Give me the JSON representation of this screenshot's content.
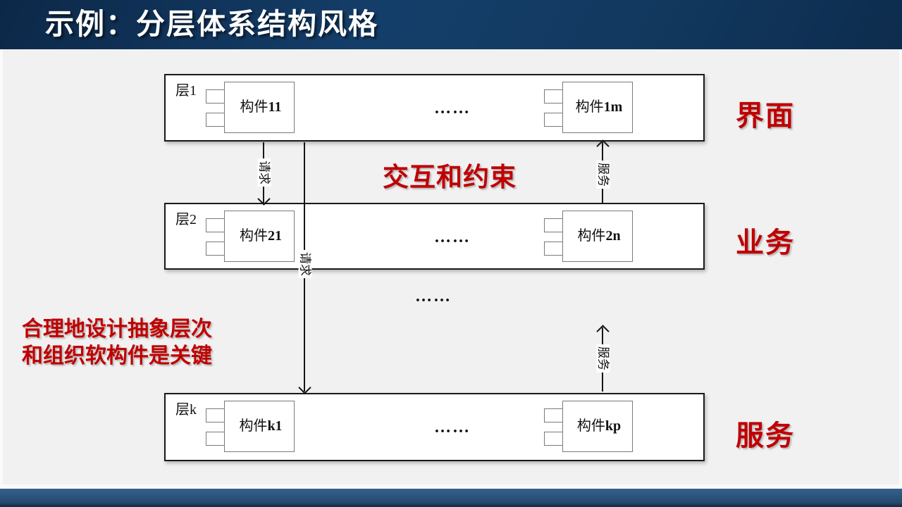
{
  "header": {
    "title": "示例：分层体系结构风格"
  },
  "colors": {
    "accent_red": "#C00000",
    "header_navy": "#12395F",
    "footer_blue": "#2D5478",
    "panel_gray": "#F1F1F2",
    "diagram_line": "#161616"
  },
  "diagram": {
    "layers": [
      {
        "name": "层1",
        "components": [
          {
            "prefix": "构件",
            "id": "11"
          },
          {
            "prefix": "构件",
            "id": "1m"
          }
        ],
        "ellipsis": "……",
        "side_label": "界面"
      },
      {
        "name": "层2",
        "components": [
          {
            "prefix": "构件",
            "id": "21"
          },
          {
            "prefix": "构件",
            "id": "2n"
          }
        ],
        "ellipsis": "……",
        "side_label": "业务"
      },
      {
        "name": "层k",
        "components": [
          {
            "prefix": "构件",
            "id": "k1"
          },
          {
            "prefix": "构件",
            "id": "kp"
          }
        ],
        "ellipsis": "……",
        "side_label": "服务"
      }
    ],
    "middle_ellipsis": "……",
    "arrow_labels": {
      "request": "请求",
      "service": "服务"
    },
    "annotations": {
      "interaction": "交互和约束",
      "key_point_line1": "合理地设计抽象层次",
      "key_point_line2": "和组织软构件是关键"
    }
  }
}
